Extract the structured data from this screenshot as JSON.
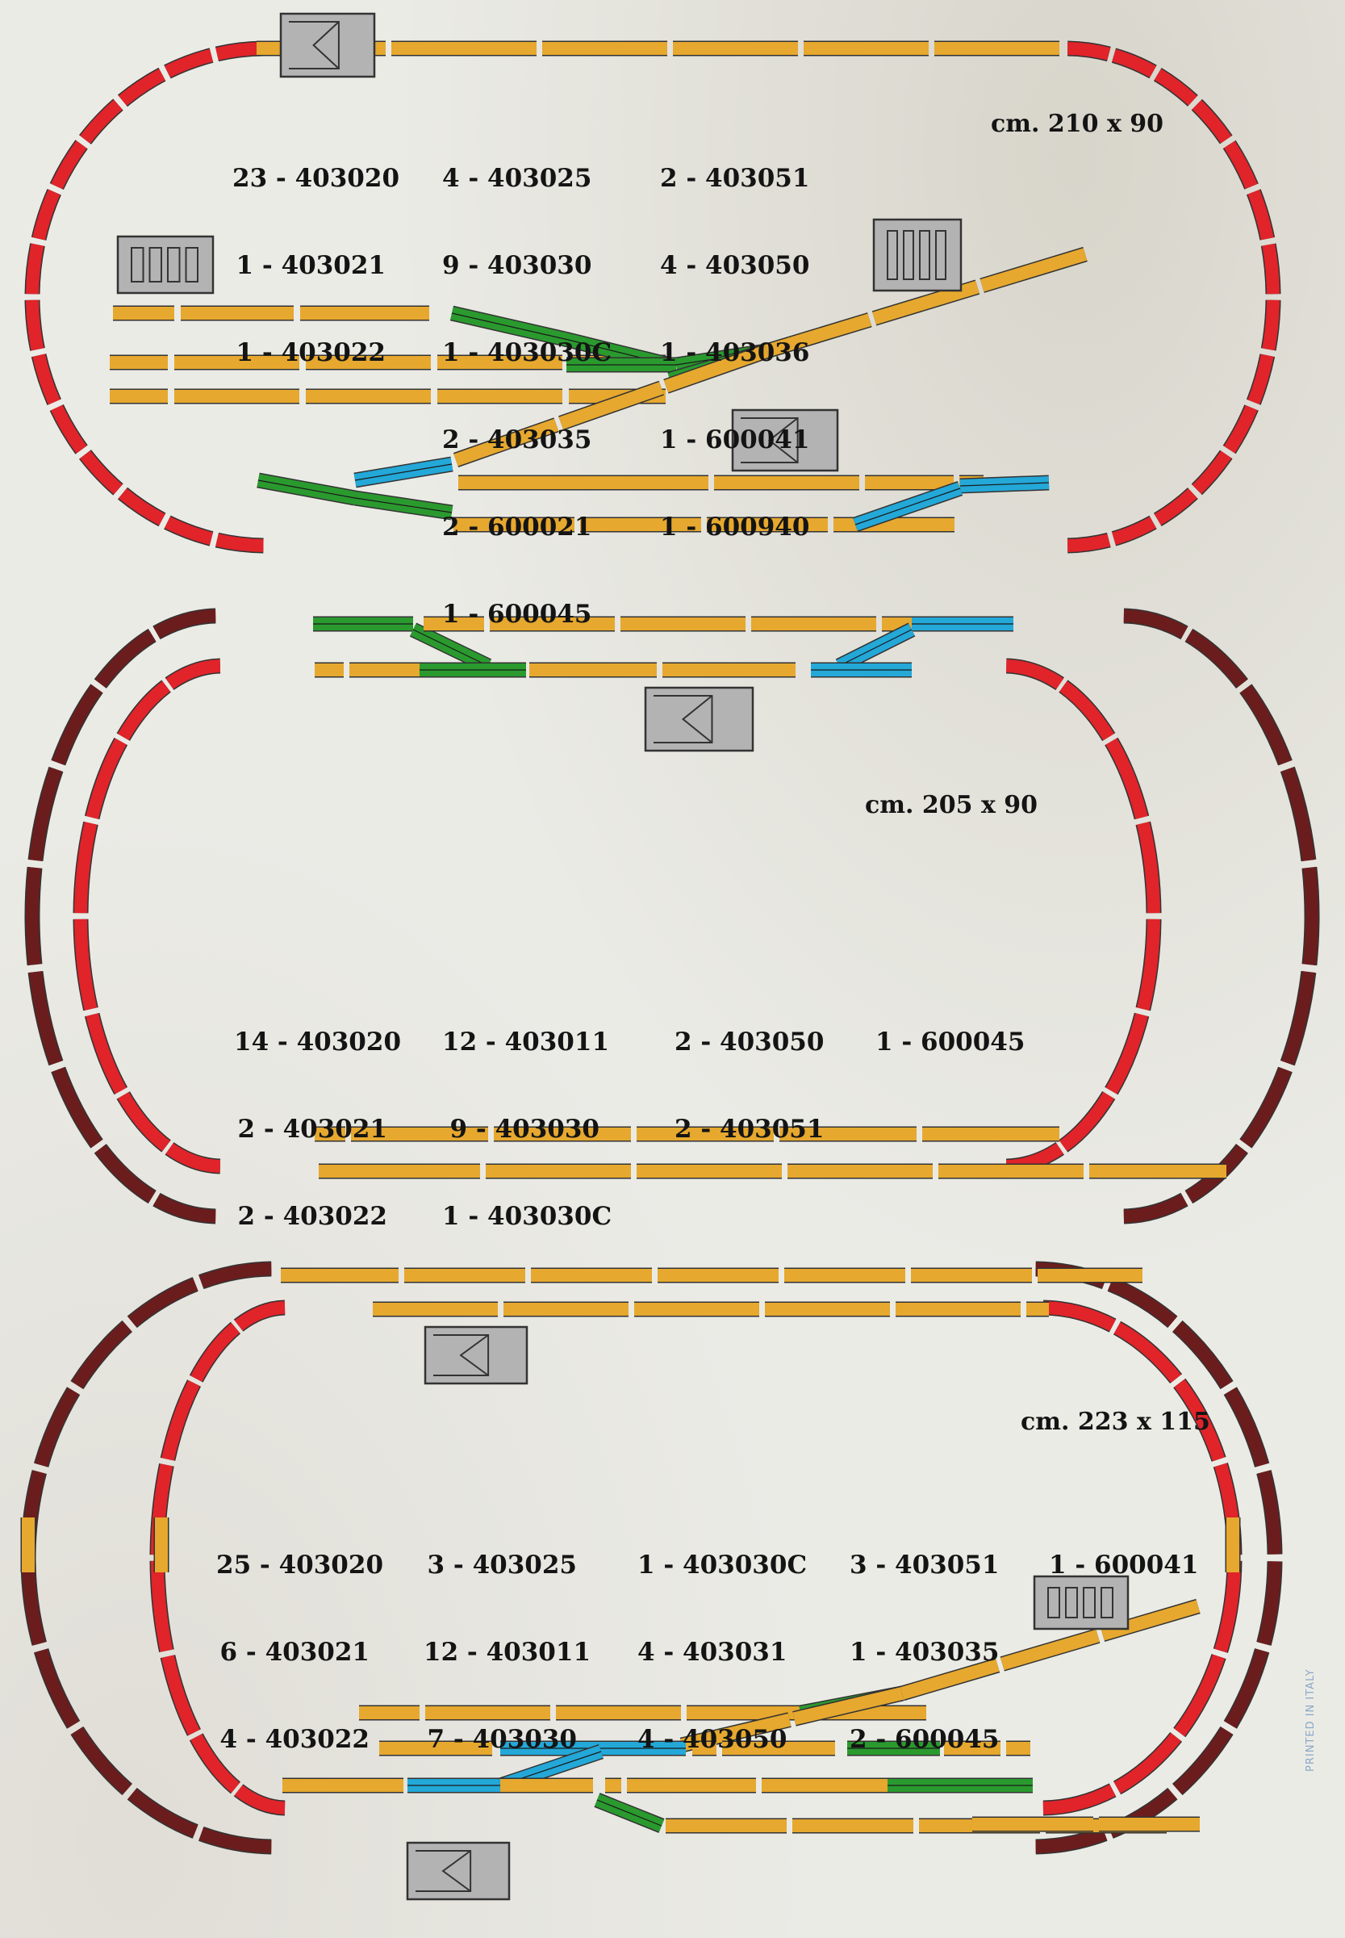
{
  "colors": {
    "straight": "#e6a82e",
    "curve_inner": "#e0242a",
    "curve_outer": "#6b1d1d",
    "switch_left": "#2a9a2e",
    "switch_right": "#23a8d8",
    "building": "#b3b3b3",
    "outline": "#333333"
  },
  "layouts": [
    {
      "dimensions": "cm. 210 x 90",
      "parts": [
        [
          "23 - 403020",
          "1 - 403021",
          "1 - 403022"
        ],
        [
          "4 - 403025",
          "9 - 403030",
          "1 - 403030C",
          "2 - 403035",
          "2 - 600021",
          "1 - 600045"
        ],
        [
          "2 - 403051",
          "4 - 403050",
          "1 - 403036",
          "1 - 600041",
          "1 - 600940"
        ]
      ]
    },
    {
      "dimensions": "cm. 205 x 90",
      "parts": [
        [
          "14 - 403020",
          "2 - 403021",
          "2 - 403022"
        ],
        [
          "12 - 403011",
          "9 - 403030",
          "1 - 403030C"
        ],
        [
          "2 - 403050",
          "2 - 403051"
        ],
        [
          "1 - 600045"
        ]
      ]
    },
    {
      "dimensions": "cm. 223 x 115",
      "parts": [
        [
          "25 - 403020",
          "6 - 403021",
          "4 - 403022"
        ],
        [
          "3 - 403025",
          "12 - 403011",
          "7 - 403030"
        ],
        [
          "1 - 403030C",
          "4 - 403031",
          "4 - 403050"
        ],
        [
          "3 - 403051",
          "1 - 403035",
          "2 - 600045"
        ],
        [
          "1 - 600041"
        ]
      ]
    }
  ],
  "footer": "PRINTED IN ITALY"
}
